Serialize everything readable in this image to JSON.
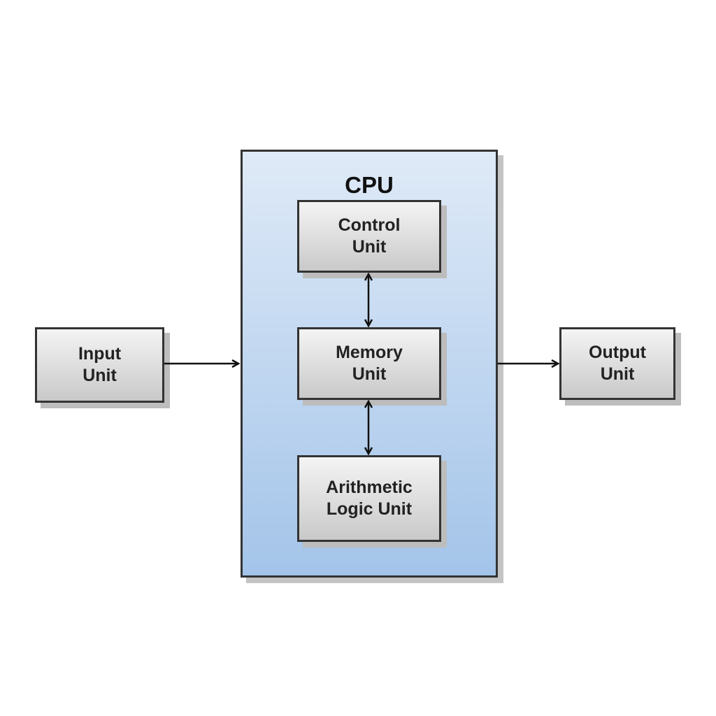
{
  "cpu": {
    "title": "CPU"
  },
  "nodes": {
    "control": "Control\nUnit",
    "memory": "Memory\nUnit",
    "alu": "Arithmetic\nLogic Unit",
    "input": "Input\nUnit",
    "output": "Output\nUnit"
  },
  "colors": {
    "cpu_top": "#dfeaf7",
    "cpu_bottom": "#a3c4e9",
    "box_top": "#f4f4f4",
    "box_bottom": "#c9c9c9",
    "line": "#111111"
  }
}
